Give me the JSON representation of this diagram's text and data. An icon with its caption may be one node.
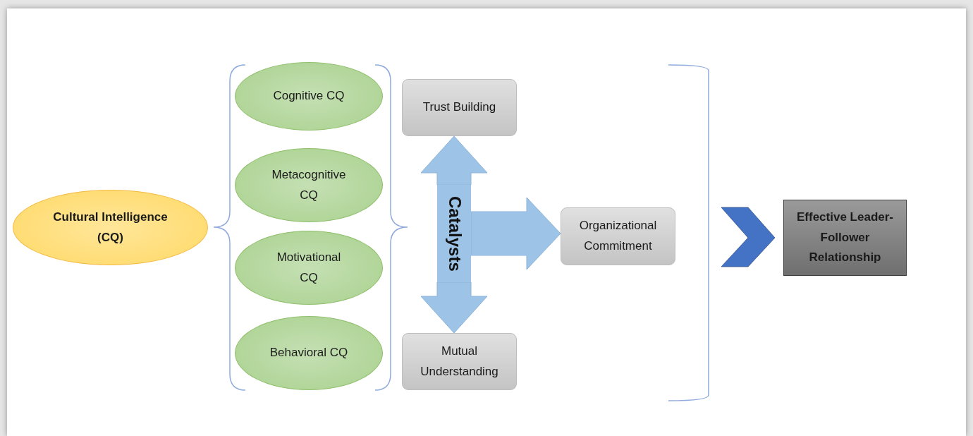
{
  "diagram": {
    "nodes": [
      {
        "text": [
          "Cultural Intelligence (CQ)"
        ]
      },
      {
        "text": [
          "Cognitive CQ"
        ]
      },
      {
        "text": [
          "Metacognitive CQ"
        ]
      },
      {
        "text": [
          "Motivational CQ"
        ]
      },
      {
        "text": [
          "Behavioral CQ"
        ]
      },
      {
        "text": [
          "Trust Building"
        ]
      },
      {
        "text": [
          "Mutual Understanding"
        ]
      },
      {
        "text": [
          "Catalysts"
        ]
      },
      {
        "text": [
          "Organizational Commitment"
        ]
      },
      {
        "text": [
          "Effective Leader-Follower Relationship"
        ]
      }
    ],
    "edges": [
      {
        "from": 7,
        "to": 5,
        "arrow": "to",
        "style": "thick",
        "color": "#9dc3e6"
      },
      {
        "from": 7,
        "to": 6,
        "arrow": "to",
        "style": "thick",
        "color": "#9dc3e6"
      },
      {
        "from": 7,
        "to": 8,
        "arrow": "to",
        "style": "thick",
        "color": "#9dc3e6"
      },
      {
        "from": null,
        "to": 9,
        "arrow": "to",
        "color": "#4472c4"
      }
    ]
  }
}
